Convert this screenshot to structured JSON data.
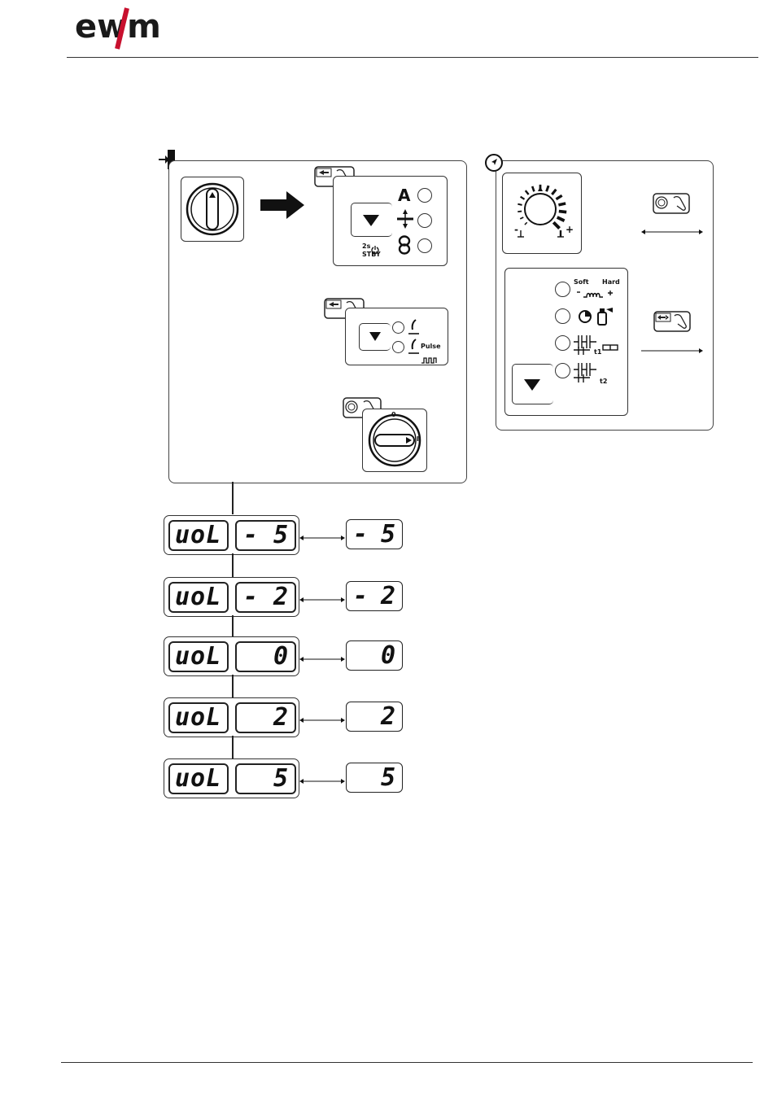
{
  "header": {
    "logo_text": "ewm"
  },
  "left_panel": {
    "mode_leds": [
      "A",
      "",
      ""
    ],
    "standby_label": "2s",
    "standby_sub": "STBY",
    "mode2_pulse_label": "Pulse",
    "switch_top_mark": "0",
    "switch_side_mark": "I"
  },
  "right_panel": {
    "knob_minus": "-",
    "knob_plus": "+",
    "soft_label": "Soft",
    "hard_label": "Hard",
    "t1_label": "t1",
    "t2_label": "t2"
  },
  "volume_steps": [
    {
      "param": "uoL",
      "sign": "-",
      "value": "5",
      "value_sign": "-",
      "value_digit": "5"
    },
    {
      "param": "uoL",
      "sign": "-",
      "value": "2",
      "value_sign": "-",
      "value_digit": "2"
    },
    {
      "param": "uoL",
      "sign": "",
      "value": "0",
      "value_sign": "",
      "value_digit": "0"
    },
    {
      "param": "uoL",
      "sign": "",
      "value": "2",
      "value_sign": "",
      "value_digit": "2"
    },
    {
      "param": "uoL",
      "sign": "",
      "value": "5",
      "value_sign": "",
      "value_digit": "5"
    }
  ],
  "colors": {
    "logo_accent": "#c8102e",
    "line": "#333333"
  }
}
